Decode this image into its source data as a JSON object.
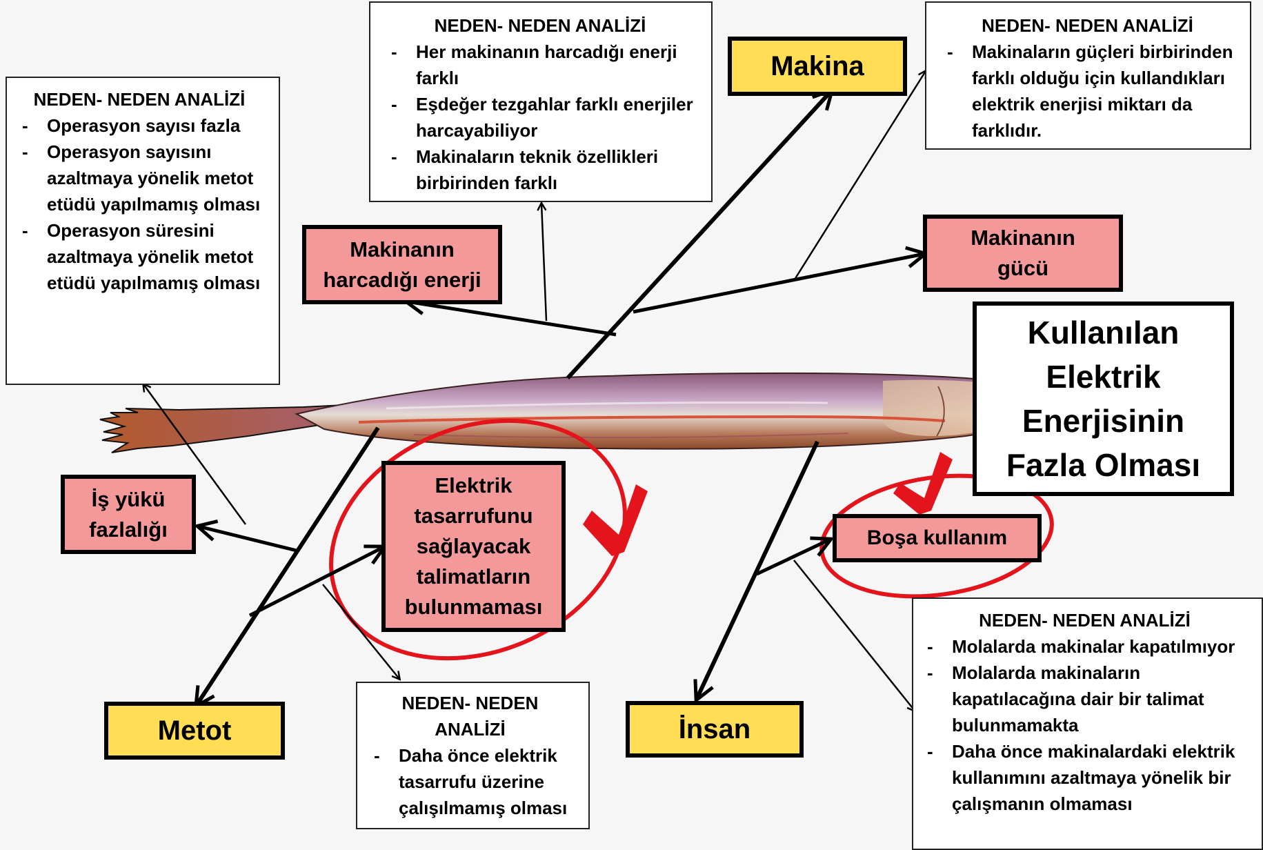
{
  "effect": {
    "title": "Kullanılan Elektrik Enerjisinin Fazla Olması"
  },
  "categories": {
    "makina": "Makina",
    "metot": "Metot",
    "insan": "İnsan"
  },
  "causes": {
    "makina_enerji": "Makinanın harcadığı enerji",
    "makina_gucu": "Makinanın gücü",
    "is_yuku": "İş yükü fazlalığı",
    "talimat": "Elektrik tasarrufunu sağlayacak talimatların bulunmaması",
    "bosa_kullanim": "Boşa kullanım"
  },
  "analysis_boxes": {
    "top_center": {
      "title": "NEDEN- NEDEN ANALİZİ",
      "items": [
        "Her makinanın harcadığı enerji farklı",
        "Eşdeğer tezgahlar farklı enerjiler harcayabiliyor",
        "Makinaların teknik özellikleri birbirinden farklı"
      ]
    },
    "top_right": {
      "title": "NEDEN- NEDEN ANALİZİ",
      "items": [
        "Makinaların güçleri birbirinden farklı olduğu için kullandıkları elektrik enerjisi miktarı da farklıdır."
      ]
    },
    "left": {
      "title": "NEDEN- NEDEN ANALİZİ",
      "items": [
        "Operasyon sayısı fazla",
        "Operasyon sayısını azaltmaya yönelik metot etüdü yapılmamış olması",
        "Operasyon süresini azaltmaya yönelik metot etüdü yapılmamış olması"
      ]
    },
    "bottom_center": {
      "title": "NEDEN- NEDEN ANALİZİ",
      "items": [
        "Daha önce elektrik tasarrufu üzerine çalışılmamış olması"
      ]
    },
    "bottom_right": {
      "title": "NEDEN- NEDEN ANALİZİ",
      "items": [
        "Molalarda makinalar kapatılmıyor",
        "Molalarda makinaların kapatılacağına dair bir talimat bulunmamakta",
        "Daha önce makinalardaki elektrik kullanımını azaltmaya yönelik bir çalışmanın olmaması"
      ]
    }
  },
  "colors": {
    "category_fill": "#ffdd55",
    "cause_fill": "#f49999",
    "highlight": "#e3141b",
    "check": "#e3141b"
  }
}
